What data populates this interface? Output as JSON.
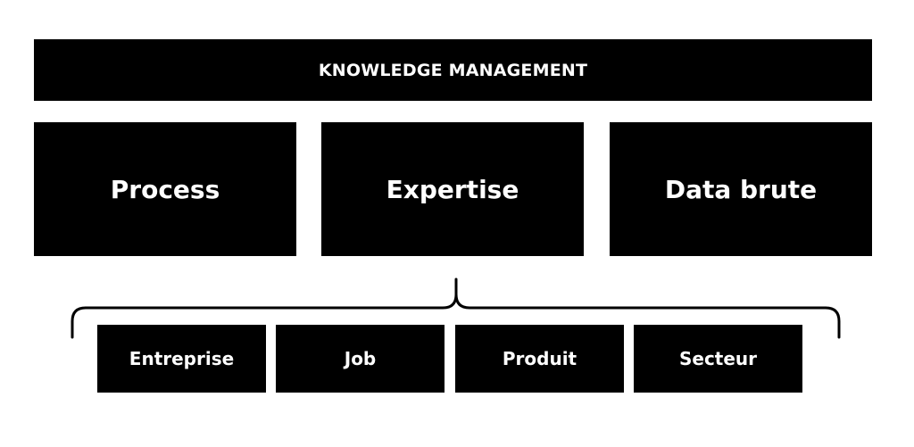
{
  "header": {
    "title": "KNOWLEDGE MANAGEMENT"
  },
  "categories": [
    {
      "label": "Process"
    },
    {
      "label": "Expertise"
    },
    {
      "label": "Data brute"
    }
  ],
  "subcategories": [
    {
      "label": "Entreprise"
    },
    {
      "label": "Job"
    },
    {
      "label": "Produit"
    },
    {
      "label": "Secteur"
    }
  ],
  "colors": {
    "box": "#000000",
    "text": "#ffffff",
    "background": "#ffffff"
  }
}
